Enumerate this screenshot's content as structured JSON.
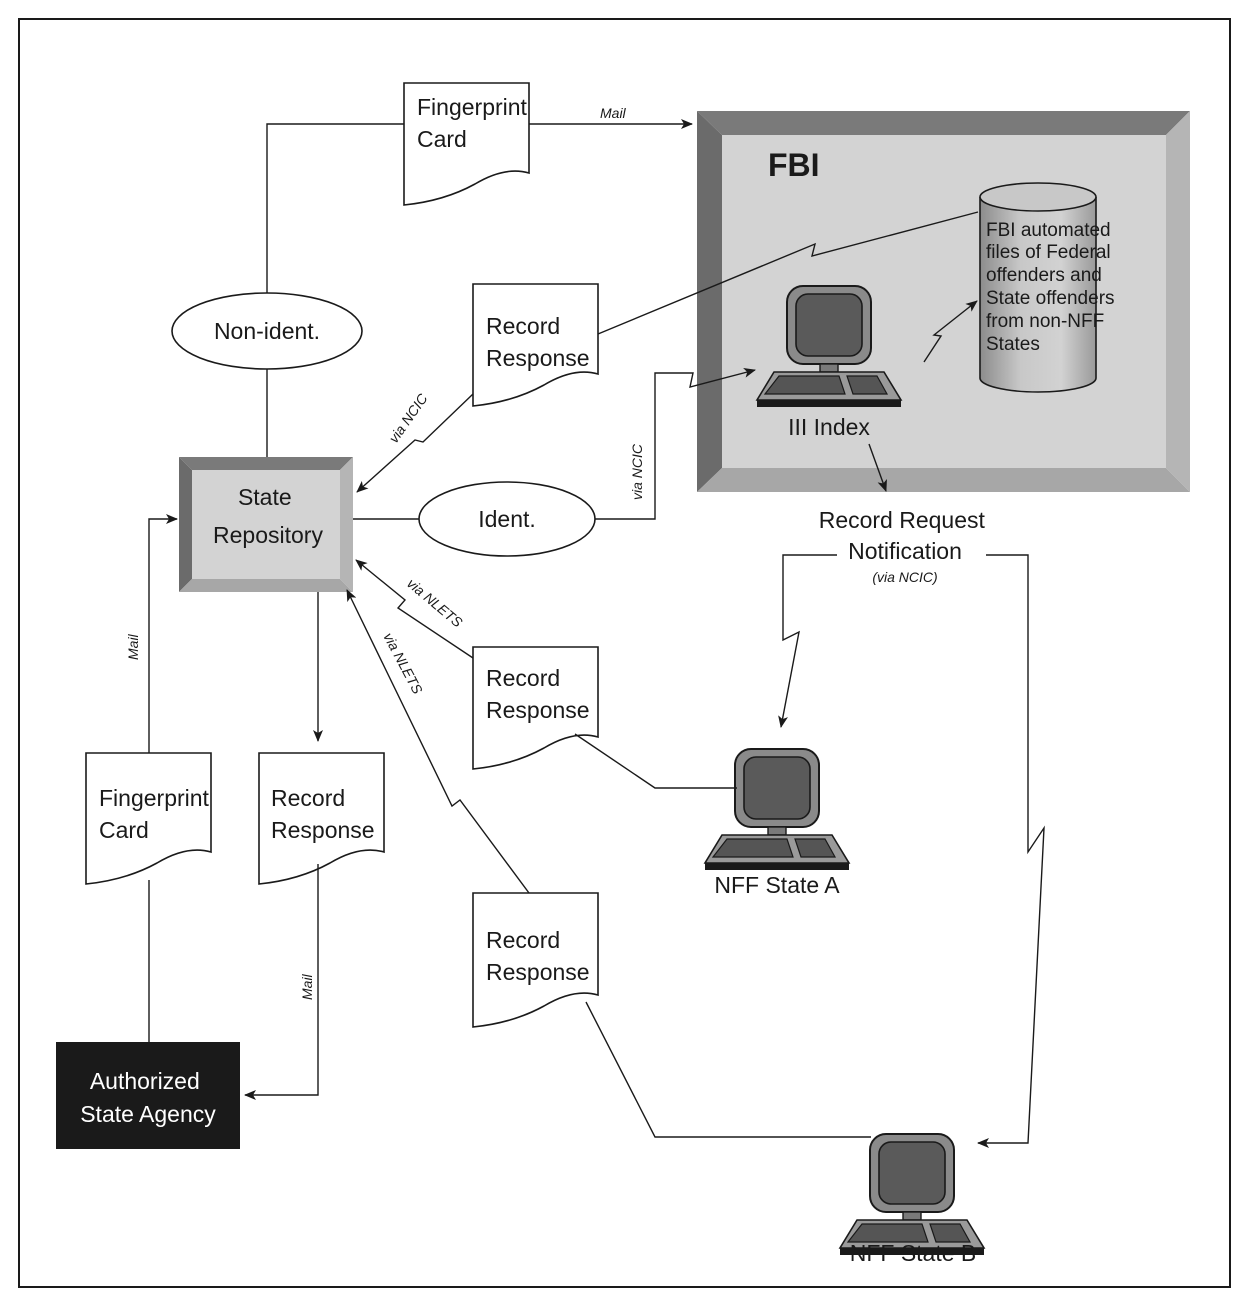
{
  "fbi": {
    "title": "FBI",
    "db_label": [
      "FBI automated",
      "files of Federal",
      "offenders and",
      "State offenders",
      "from non-NFF",
      "States"
    ],
    "index_label": "III Index"
  },
  "state_repository": [
    "State",
    "Repository"
  ],
  "agency": [
    "Authorized",
    "State Agency"
  ],
  "ovals": {
    "non_ident": "Non-ident.",
    "ident": "Ident."
  },
  "documents": {
    "fingerprint_top": [
      "Fingerprint",
      "Card"
    ],
    "fingerprint_bottom": [
      "Fingerprint",
      "Card"
    ],
    "response_fbi": [
      "Record",
      "Response"
    ],
    "response_state": [
      "Record",
      "Response"
    ],
    "response_a": [
      "Record",
      "Response"
    ],
    "response_b": [
      "Record",
      "Response"
    ]
  },
  "notification": {
    "line1": "Record Request",
    "line2": "Notification",
    "sub": "(via NCIC)"
  },
  "terminals": {
    "state_a": "NFF State A",
    "state_b": "NFF State B"
  },
  "edge_labels": {
    "mail_top": "Mail",
    "mail_left": "Mail",
    "mail_bottom": "Mail",
    "via_ncic_1": "via NCIC",
    "via_ncic_2": "via NCIC",
    "via_nlets_1": "via NLETS",
    "via_nlets_2": "via NLETS"
  }
}
